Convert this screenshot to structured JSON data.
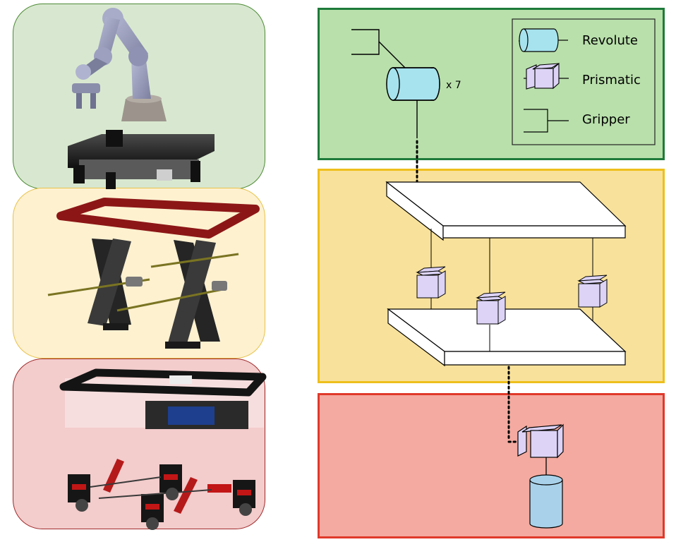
{
  "legend": {
    "revolute_label": "Revolute",
    "prismatic_label": "Prismatic",
    "gripper_label": "Gripper"
  },
  "arm": {
    "joint_count_label": "x 7"
  },
  "colors": {
    "arm_panel_fill": "#b9e0ab",
    "arm_panel_border": "#1e7a3a",
    "lift_panel_fill": "#f8e19a",
    "lift_panel_border": "#eebf1c",
    "base_panel_fill": "#f4aaa0",
    "base_panel_border": "#e0392a",
    "revolute_fill": "#a6e3ee",
    "prismatic_fill": "#dcd3f6",
    "base_revolute_fill": "#a9d2ea"
  }
}
